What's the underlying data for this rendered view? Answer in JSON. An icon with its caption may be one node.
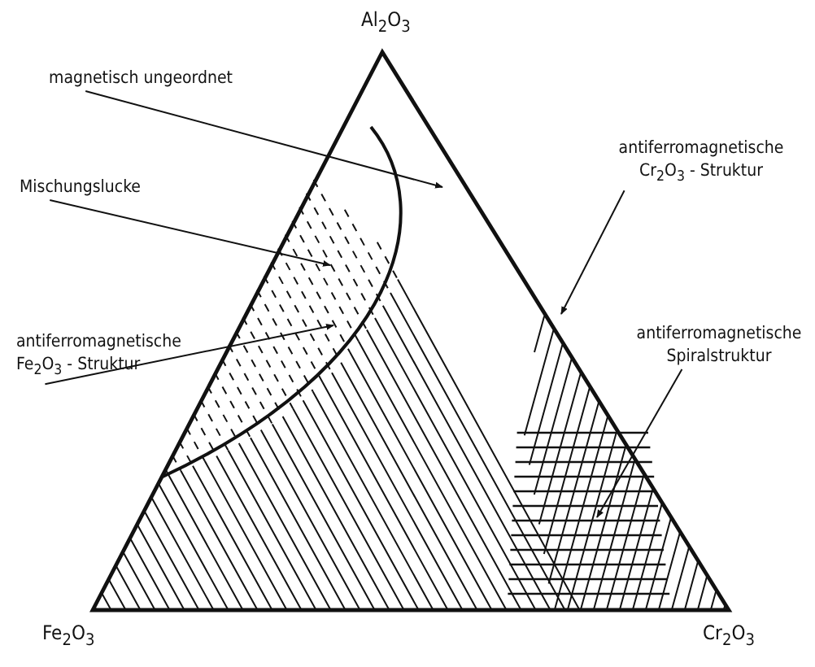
{
  "diagram": {
    "nodes": [
      {
        "text": [
          "magnetisch ungeordnet"
        ]
      },
      {
        "text": [
          "Mischungslucke"
        ]
      },
      {
        "text": [
          "antiferromagnetische Fe$_{2}$O$_{3}$ - Struktur"
        ]
      },
      {
        "text": [
          "antiferromagnetische Cr$_{2}$O$_{3}$ - Struktur"
        ]
      },
      {
        "text": [
          "antiferromagnetische Spiralstruktur"
        ]
      },
      {
        "text": [],
        "shape": "picture"
      },
      {
        "text": [],
        "shape": "picture"
      },
      {
        "text": [],
        "shape": "picture"
      },
      {
        "text": [],
        "shape": "picture"
      }
    ],
    "edges": [
      {
        "from": 0,
        "to": null,
        "arrow": "to"
      },
      {
        "from": 1,
        "to": 5,
        "arrow": "to"
      },
      {
        "from": 2,
        "to": 6,
        "arrow": "to"
      },
      {
        "from": 3,
        "to": 7,
        "arrow": "to"
      },
      {
        "from": 4,
        "to": 8,
        "arrow": "to"
      }
    ],
    "labels": [
      "Al$_{2}$O$_{3}$",
      "Fe$_{2}$O$_{3}$",
      "Cr$_{2}$O$_{3}$"
    ]
  }
}
